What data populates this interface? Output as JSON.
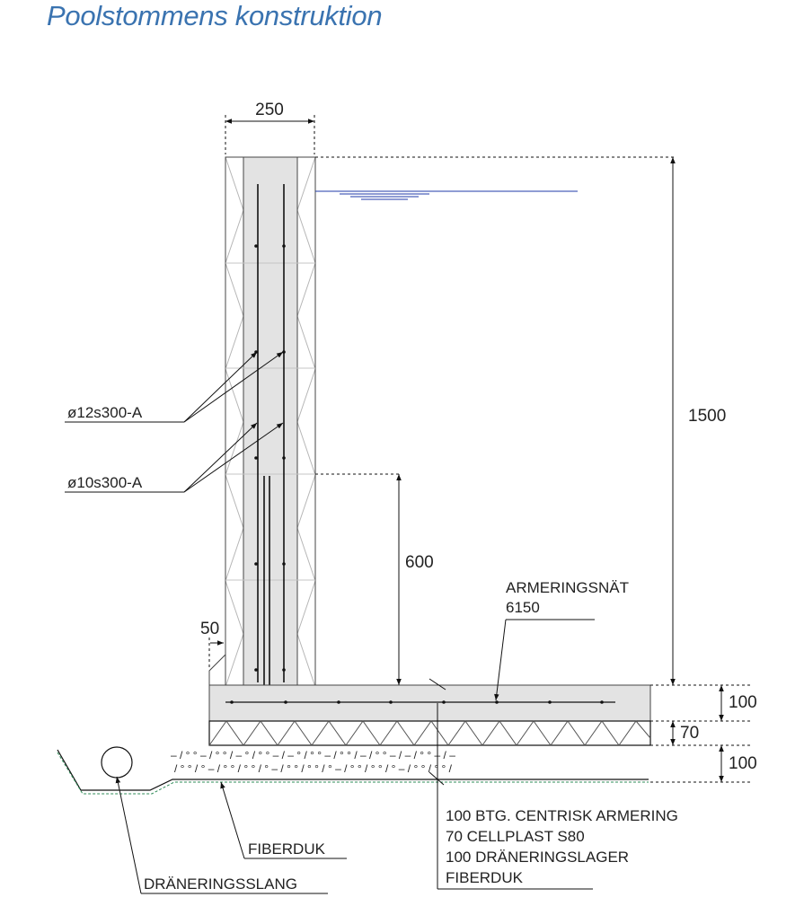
{
  "title": "Poolstommens konstruktion",
  "dimensions": {
    "wall_width": "250",
    "total_height": "1500",
    "rebar_height": "600",
    "offset": "50",
    "slab": "100",
    "insulation": "70",
    "drainage": "100"
  },
  "labels": {
    "rebar_vertical": "ø12s300-A",
    "rebar_horizontal": "ø10s300-A",
    "mesh_line1": "ARMERINGSNÄT",
    "mesh_line2": "6150",
    "fiberduk": "FIBERDUK",
    "drain_pipe": "DRÄNERINGSSLANG"
  },
  "layers": [
    "100 BTG. CENTRISK ARMERING",
    "70 CELLPLAST S80",
    "100 DRÄNERINGSLAGER",
    "FIBERDUK"
  ],
  "colors": {
    "title": "#3a73b0",
    "water": "#1f3aa8",
    "fabric": "#2e8b57"
  }
}
